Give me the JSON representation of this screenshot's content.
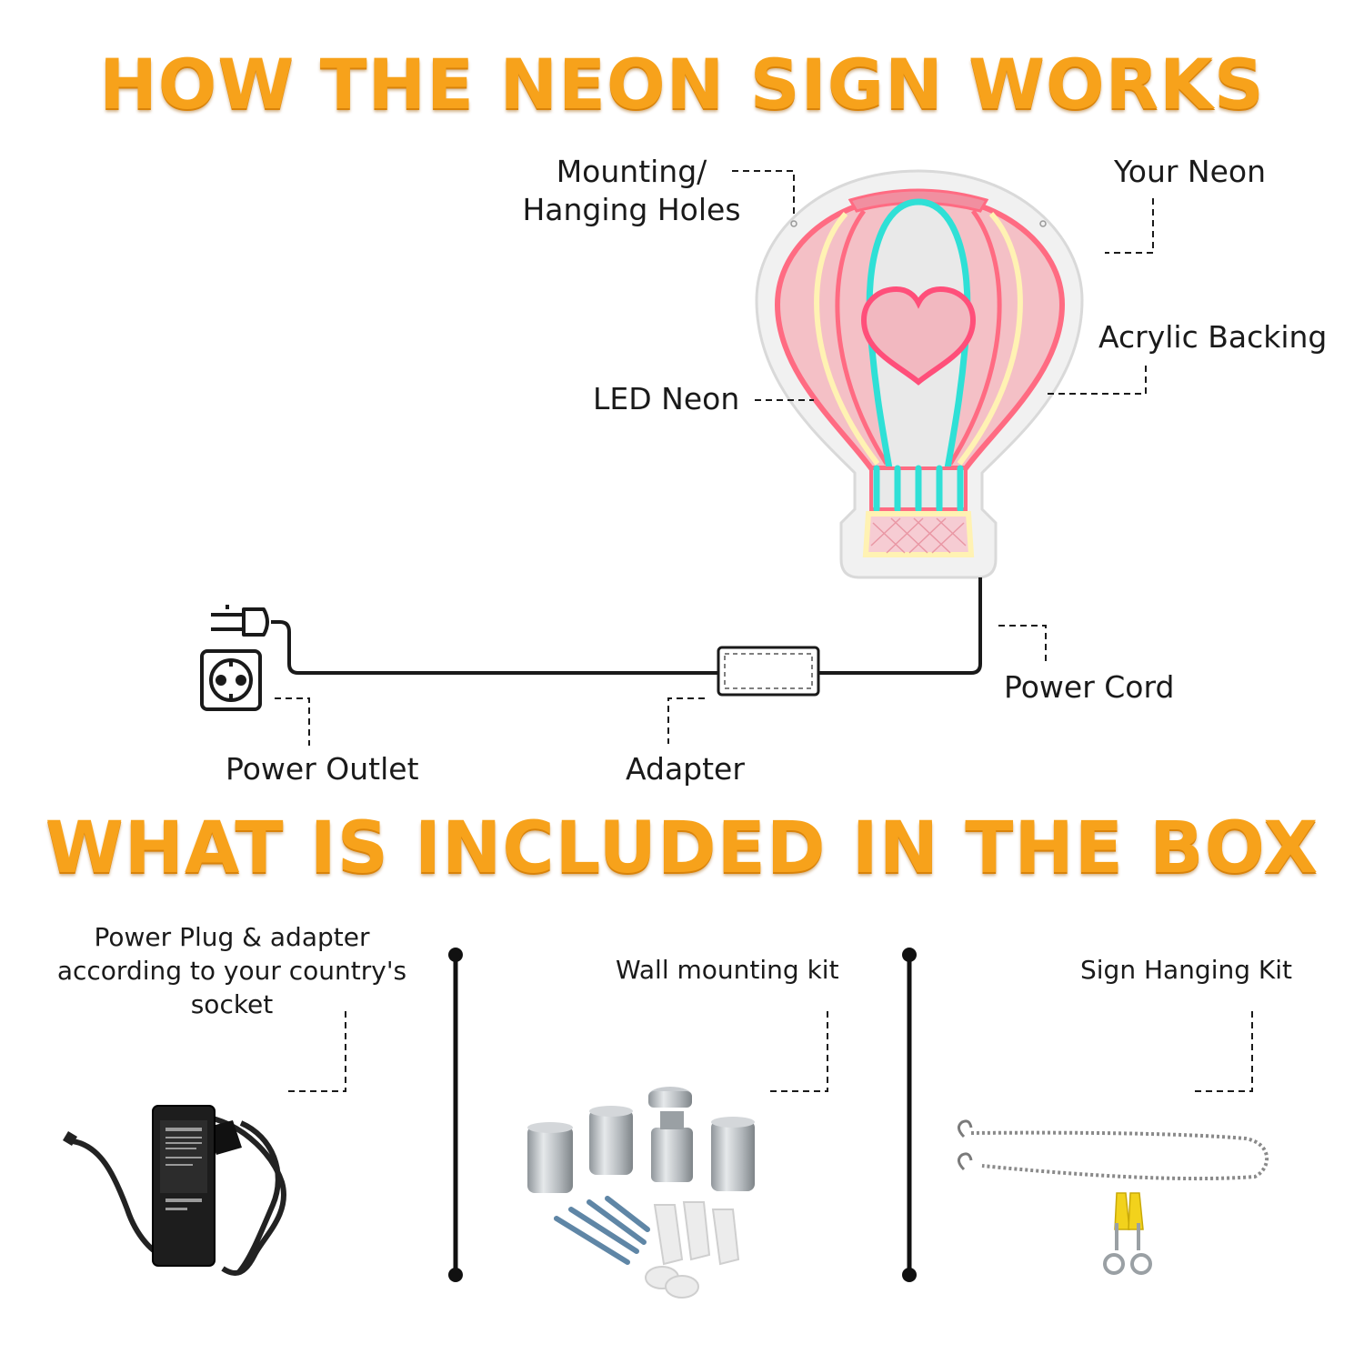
{
  "headings": {
    "how_it_works": "HOW THE NEON SIGN WORKS",
    "in_the_box": "WHAT IS INCLUDED IN THE BOX"
  },
  "parts": {
    "mounting_line1": "Mounting/",
    "mounting_line2": "Hanging Holes",
    "your_neon": "Your Neon",
    "acrylic_backing": "Acrylic Backing",
    "led_neon": "LED Neon",
    "power_cord": "Power Cord",
    "power_outlet": "Power Outlet",
    "adapter": "Adapter"
  },
  "box_items": {
    "plug_line1": "Power Plug & adapter",
    "plug_line2": "according to your country's",
    "plug_line3": "socket",
    "wall_kit": "Wall mounting kit",
    "hanging_kit": "Sign Hanging Kit"
  },
  "colors": {
    "heading_orange": "#f7a21b",
    "neon_pink": "#ff5c7a",
    "neon_cyan": "#2fe0d6",
    "neon_yellow": "#fff2b3",
    "fill_pink": "#f2b8c0"
  },
  "icons": [
    "plug-icon",
    "power-outlet-icon",
    "adapter-box-icon",
    "hot-air-balloon-neon-icon",
    "heart-icon",
    "power-adapter-photo",
    "standoff-screws-photo",
    "hanging-chain-photo"
  ]
}
